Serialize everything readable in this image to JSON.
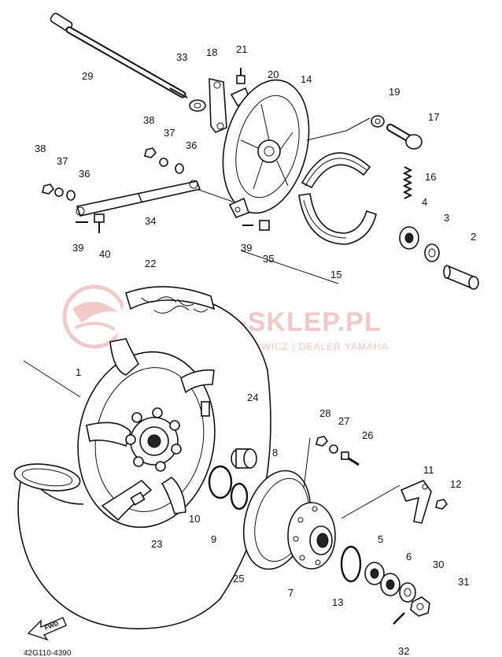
{
  "watermark": {
    "brand": "AMA-SKLEP.PL",
    "tagline": "WOJCIECHOWICZ | DEALER YAMAHA",
    "color": "#e8a0a0"
  },
  "diagram_code": "42G110-4390",
  "fwd_label": "FWD",
  "callouts": [
    {
      "id": "c29",
      "label": "29"
    },
    {
      "id": "c33",
      "label": "33"
    },
    {
      "id": "c18",
      "label": "18"
    },
    {
      "id": "c21",
      "label": "21"
    },
    {
      "id": "c20",
      "label": "20"
    },
    {
      "id": "c14",
      "label": "14"
    },
    {
      "id": "c19",
      "label": "19"
    },
    {
      "id": "c17",
      "label": "17"
    },
    {
      "id": "c38a",
      "label": "38"
    },
    {
      "id": "c37a",
      "label": "37"
    },
    {
      "id": "c36a",
      "label": "36"
    },
    {
      "id": "c38b",
      "label": "38"
    },
    {
      "id": "c37b",
      "label": "37"
    },
    {
      "id": "c36b",
      "label": "36"
    },
    {
      "id": "c16",
      "label": "16"
    },
    {
      "id": "c34",
      "label": "34"
    },
    {
      "id": "c4",
      "label": "4"
    },
    {
      "id": "c3",
      "label": "3"
    },
    {
      "id": "c2",
      "label": "2"
    },
    {
      "id": "c39a",
      "label": "39"
    },
    {
      "id": "c40",
      "label": "40"
    },
    {
      "id": "c39b",
      "label": "39"
    },
    {
      "id": "c35",
      "label": "35"
    },
    {
      "id": "c15",
      "label": "15"
    },
    {
      "id": "c22",
      "label": "22"
    },
    {
      "id": "c1",
      "label": "1"
    },
    {
      "id": "c24",
      "label": "24"
    },
    {
      "id": "c28",
      "label": "28"
    },
    {
      "id": "c27",
      "label": "27"
    },
    {
      "id": "c26",
      "label": "26"
    },
    {
      "id": "c8",
      "label": "8"
    },
    {
      "id": "c11",
      "label": "11"
    },
    {
      "id": "c12",
      "label": "12"
    },
    {
      "id": "c10",
      "label": "10"
    },
    {
      "id": "c9",
      "label": "9"
    },
    {
      "id": "c23",
      "label": "23"
    },
    {
      "id": "c5",
      "label": "5"
    },
    {
      "id": "c6",
      "label": "6"
    },
    {
      "id": "c30",
      "label": "30"
    },
    {
      "id": "c25",
      "label": "25"
    },
    {
      "id": "c7",
      "label": "7"
    },
    {
      "id": "c13",
      "label": "13"
    },
    {
      "id": "c31",
      "label": "31"
    },
    {
      "id": "c32",
      "label": "32"
    }
  ]
}
